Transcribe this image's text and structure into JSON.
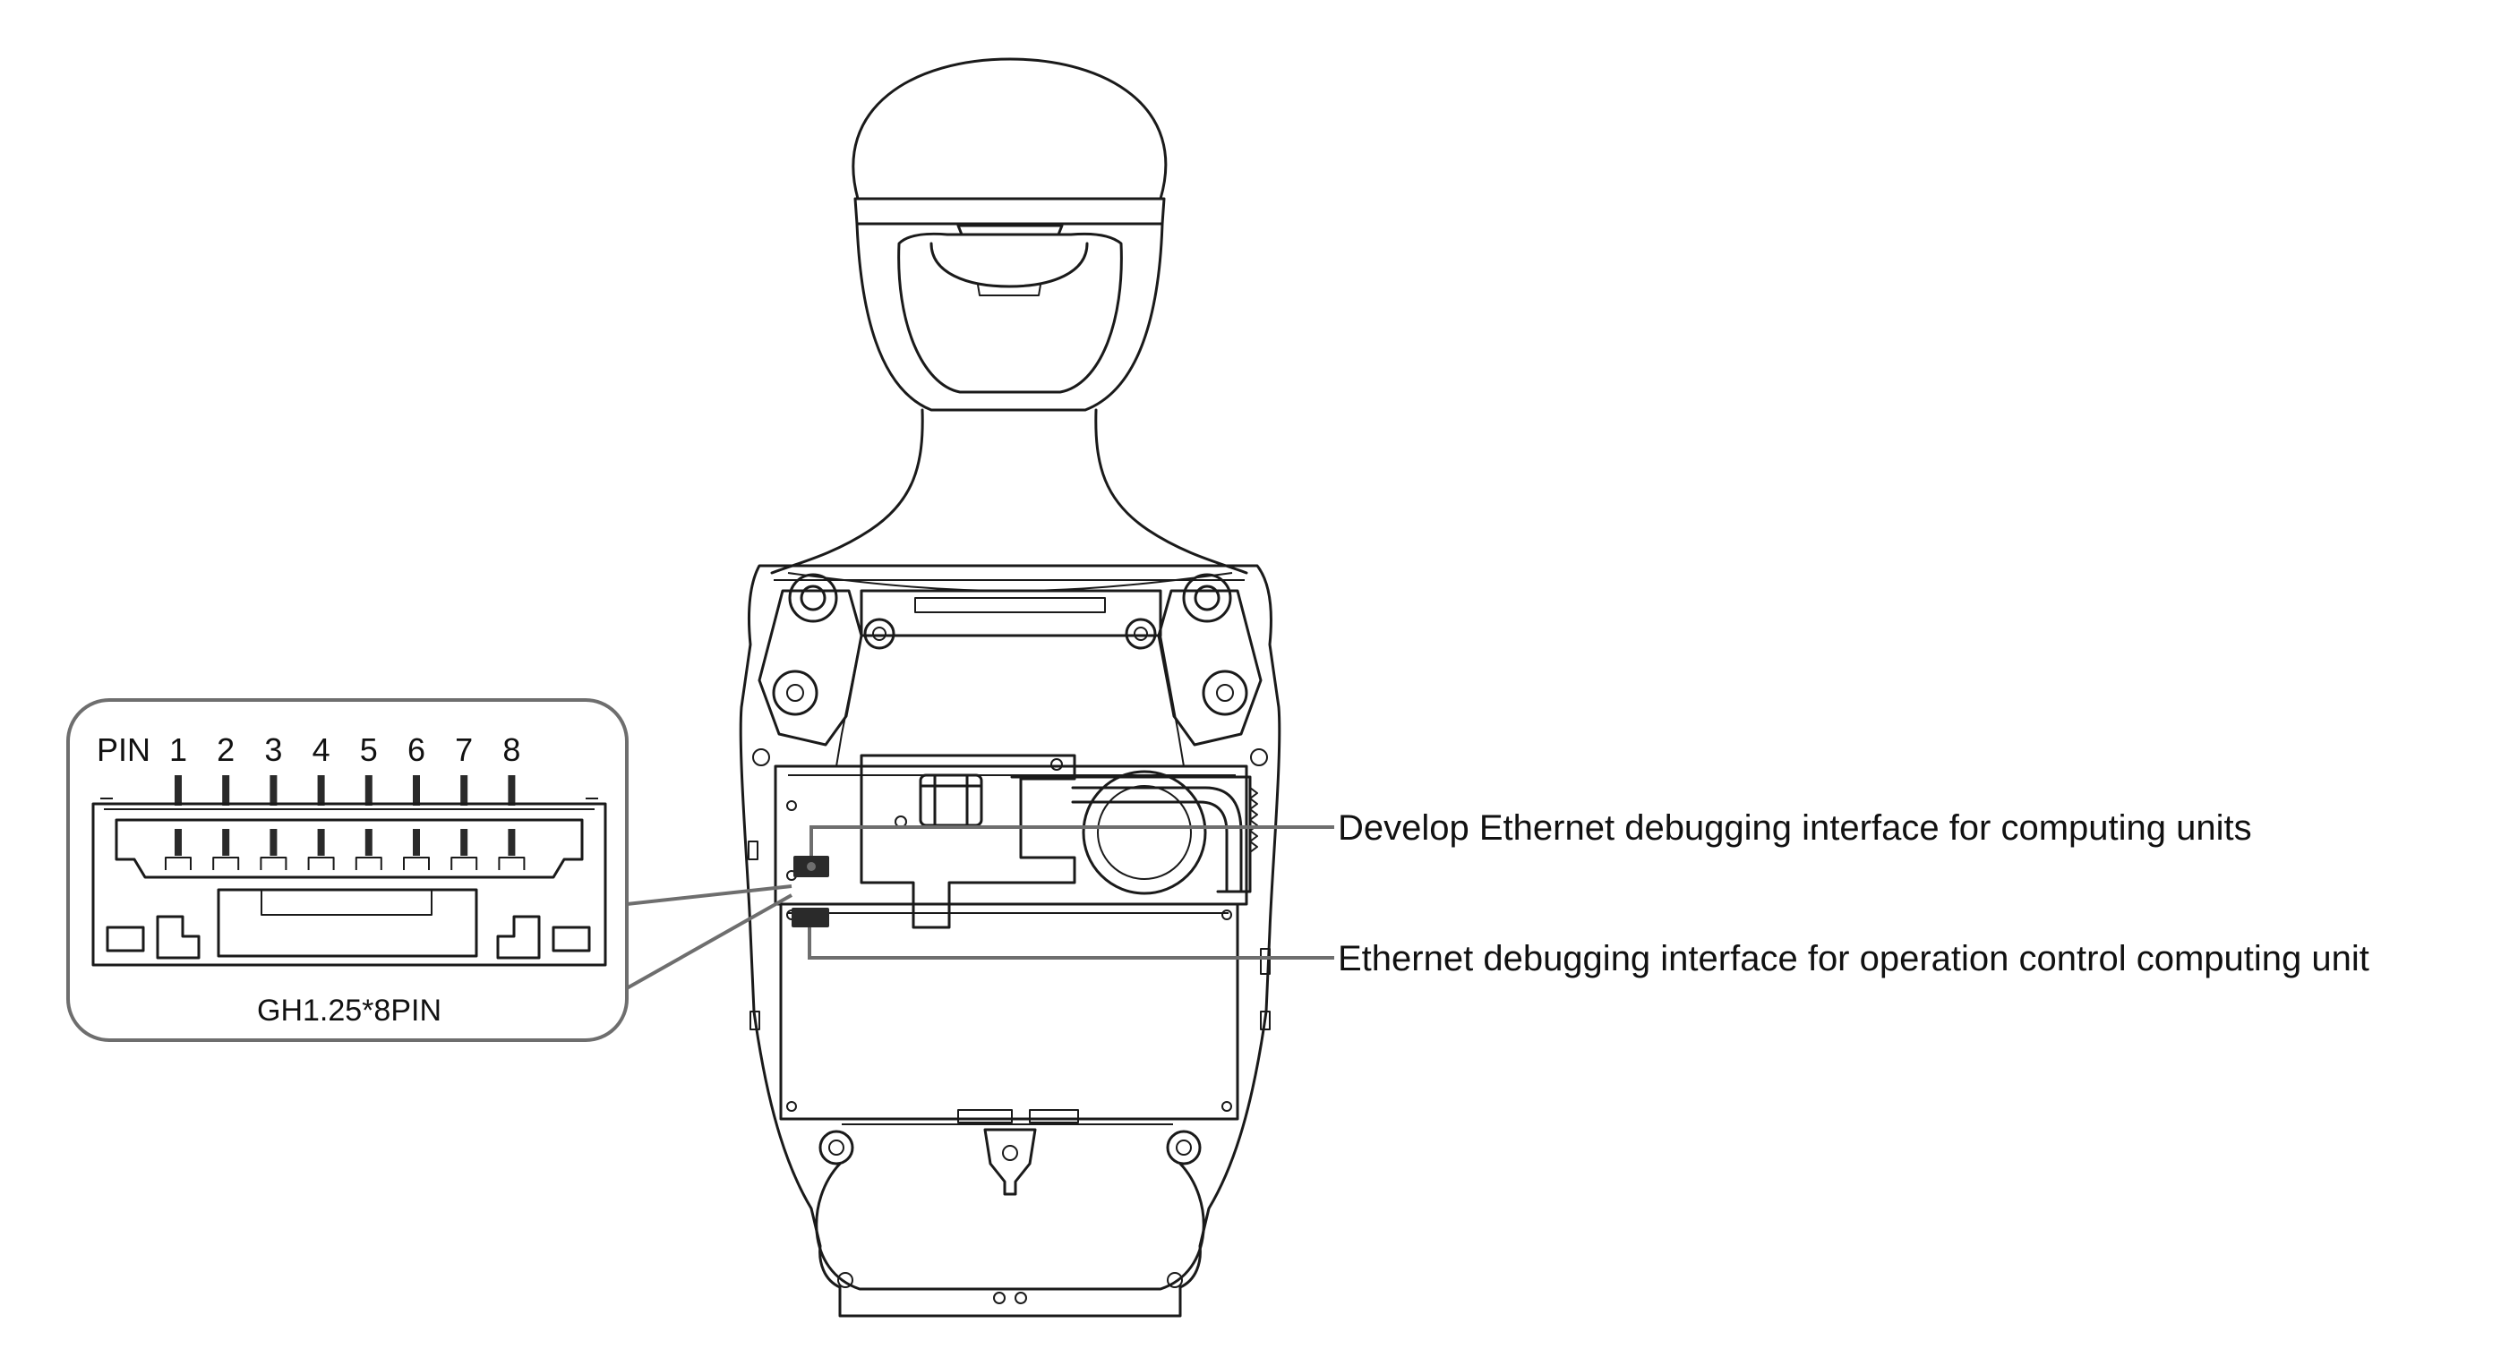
{
  "callouts": {
    "develop_interface": "Develop Ethernet debugging interface for computing units",
    "operation_interface": "Ethernet debugging interface for operation control computing unit"
  },
  "connector": {
    "pin_prefix": "PIN",
    "pin_numbers": [
      "1",
      "2",
      "3",
      "4",
      "5",
      "6",
      "7",
      "8"
    ],
    "caption": "GH1.25*8PIN"
  },
  "colors": {
    "line": "#1a1a1a",
    "leader": "#6e6e6e",
    "port": "#2a2a2a",
    "background": "#ffffff"
  }
}
